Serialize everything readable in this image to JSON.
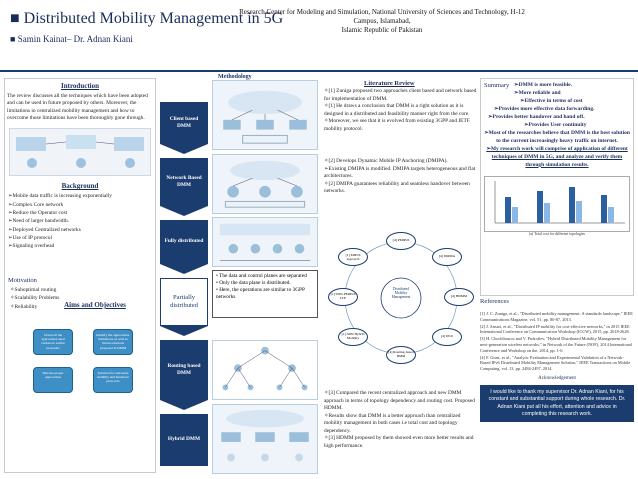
{
  "header": {
    "title": "Distributed Mobility Management in 5G",
    "affiliation_line1": "Research Center for Modeling and Simulation, National University of Sciences and Technology, H-12 Campus, Islamabad,",
    "affiliation_line2": "Islamic Republic of Pakistan",
    "authors": "Samin Kainat– Dr. Adnan Kiani"
  },
  "introduction": {
    "heading": "Introduction",
    "text": "The review discusses all the techniques which have been adopted and can be used in future proposed by others. Moreover, the limitations in centralized mobility management and how to overcome those limitations have been thoroughly gone through."
  },
  "background": {
    "heading": "Background",
    "items": [
      "Mobile data traffic is increasing exponentially",
      "Complex Core network",
      "Reduce the Operator cost",
      "Need of larger bandwidth.",
      "Deployed Centralized networks",
      "Use of IP protocol",
      "Signaling overhead"
    ]
  },
  "motivation": {
    "heading": "Motivation",
    "items": [
      "Suboptimal routing",
      "Scalability Problems",
      "Reliability"
    ]
  },
  "aims": {
    "heading": "Aims and Objectives",
    "bubbles": [
      "Given all the approaches used various in earlier proposals",
      "Identify the approaches, limitations as well as future solutions proposed in DMM",
      "Discuss proper approaches",
      "Solution for end users mobility and handover protocols"
    ]
  },
  "methodology": {
    "heading": "Methodology",
    "stages": [
      "Client based DMM",
      "Network Based DMM",
      "Fully distributed",
      "Partially distributed",
      "Routing based DMM",
      "Hybrid DMM"
    ],
    "partial_notes": [
      "The data and control planes are separated",
      "Only the data plane is distributed.",
      "Here, the operations are similar to 3GPP networks"
    ],
    "fully_nodes": [
      "[1] MIPv6 approach",
      "[4] PMIPv6",
      "[4] DMMA",
      "[4] HDMM",
      "[4] IPv6",
      "[1] SDN-PMIPv6 LTE",
      "[4] Routing-based DMM",
      "[1] SDN Hybrid Mobility",
      "Distributed Mobility Management"
    ]
  },
  "literature": {
    "heading": "Literature Review",
    "top": [
      "[1] Zuniga proposed two approaches client based and network based for implementation of DMM.",
      "[1] He draws a conclusion that DMM is a right solution as it is designed in a distributed and feasibility manner right from the core.",
      "Moreover, we see that it is evolved from existing 3GPP and IETF mobility protocol."
    ],
    "middle": [
      "[2] Develops Dynamic Mobile IP Anchoring (DMIPA).",
      "Existing DMIPA is modified. DMIPA targets heterogeneous and flat architectures.",
      "[2] DMIPA guarantees reliability and seamless handover between networks."
    ],
    "bottom": [
      "[3] Compared the recent centralized approach and new DMM approach in terms of topology dependency and routing cost. Proposed HDMM.",
      "Results show that DMM is a better approach than centralized mobility management in both cases i.e total cost and topology dependency.",
      "[3] HDMM proposed by them showed even more better results and high performance."
    ]
  },
  "summary": {
    "heading": "Summary",
    "items": [
      "DMM is more feasible.",
      "More reliable and",
      "Effective in terms of cost",
      "Provides more effective data forwarding.",
      "Provides better handover and hand off.",
      "Provides User continuity",
      "Most of the researches believe that DMM is the best solution to the current increasingly heavy traffic on internet.",
      "My research work will comprise of application of different techniques of DMM in 5G, and analyze and verify them through simulation results."
    ],
    "chart_caption": "(a) Total cost for different topologies"
  },
  "references": {
    "heading": "References",
    "items": [
      "[1] J. C. Zuniga, et al., \"Distributed mobility management: A standards landscape,\" IEEE Communications Magazine, vol. 51, pp. 80-87, 2013.",
      "[2] J. Ansari, et al., \"Distributed IP mobility for cost-effective networks,\" in 2015 IEEE International Conference on Communication Workshop (ICCW), 2015, pp. 2618-2628.",
      "[3] H. Chochliouros and V. Prokofiev, \"Hybrid Distributed Mobility Management for next-generation wireless networks,\" in Network of the Future (NOF), 2014 International Conference and Workshop on the, 2014, pp. 1-6.",
      "[4] F. Giust, et al., \"Analytic Evaluation and Experimental Validation of a Network-Based IPv6 Distributed Mobility Management Solution,\" IEEE Transactions on Mobile Computing, vol. 13, pp. 2484-2497, 2014."
    ]
  },
  "acknowledgement": {
    "heading": "Acknowledgement",
    "text": "I would like to thank my supervisor Dr. Adnan Kiani, for his constant and substantial support during whole research. Dr. Adnan Kiani put all his effort, attention and advice in completing this research work."
  }
}
